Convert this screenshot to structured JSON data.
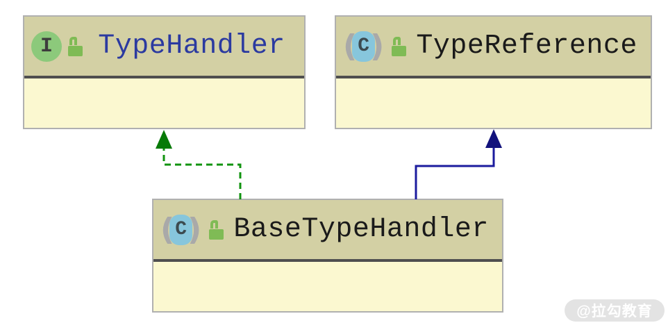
{
  "diagram": {
    "nodes": [
      {
        "id": "typehandler",
        "label": "TypeHandler",
        "kind": "interface",
        "visibility": "public",
        "icon": "interface-icon",
        "icon_glyph": "I"
      },
      {
        "id": "typereference",
        "label": "TypeReference",
        "kind": "class",
        "visibility": "public",
        "icon": "class-icon",
        "icon_glyph": "C"
      },
      {
        "id": "basetypehandler",
        "label": "BaseTypeHandler",
        "kind": "class",
        "visibility": "public",
        "icon": "class-icon",
        "icon_glyph": "C"
      }
    ],
    "edges": [
      {
        "from": "BaseTypeHandler",
        "to": "TypeHandler",
        "relation": "implements",
        "line_style": "dashed",
        "color": "#10930f"
      },
      {
        "from": "BaseTypeHandler",
        "to": "TypeReference",
        "relation": "extends",
        "line_style": "solid",
        "color": "#1b1b9e"
      }
    ],
    "colors": {
      "node_header_bg": "#d3d0a4",
      "node_body_bg": "#fbf8d0",
      "node_border": "#b0b0b0",
      "separator": "#4f4f4f",
      "interface_icon_bg": "#8cc97b",
      "class_icon_bg": "#87c6dc",
      "icon_letter": "#3d3d3d",
      "lock_green": "#7fbb55",
      "interface_name_color": "#2b3aa0",
      "class_name_color": "#1a1a1a",
      "implements_green": "#10930f",
      "extends_blue": "#1b1b9e"
    },
    "icon_decor": {
      "paren_left": "(",
      "paren_right": ")"
    }
  },
  "watermark": {
    "text": "@拉勾教育"
  }
}
